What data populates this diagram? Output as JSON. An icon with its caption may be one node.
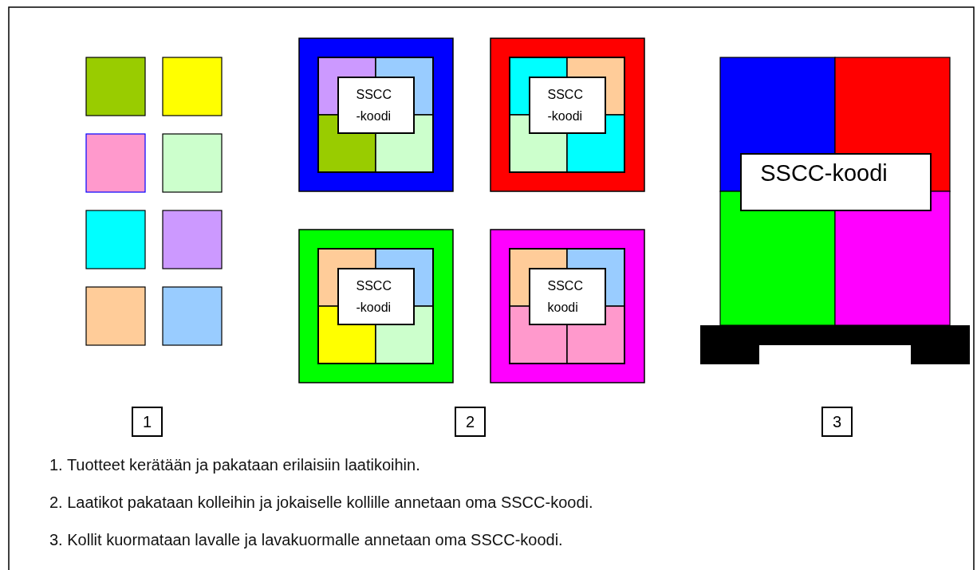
{
  "diagram": {
    "nodes": [
      {
        "text": [
          "SSCC -koodi"
        ]
      },
      {
        "text": [
          "SSCC -koodi"
        ]
      },
      {
        "text": [
          "SSCC -koodi"
        ]
      },
      {
        "text": [
          "SSCC koodi"
        ]
      },
      {
        "text": [
          "SSCC-koodi"
        ]
      },
      {
        "text": [
          "1"
        ]
      },
      {
        "text": [
          "2"
        ]
      },
      {
        "text": [
          "3"
        ]
      }
    ],
    "edges": [],
    "labels": [
      "1. Tuotteet kerätään ja pakataan erilaisiin laatikoihin.",
      "2. Laatikot pakataan kolleihin ja jokaiselle kollille annetaan oma SSCC-koodi.",
      "3. Kollit kuormataan lavalle ja lavakuormalle annetaan oma SSCC-koodi."
    ]
  }
}
